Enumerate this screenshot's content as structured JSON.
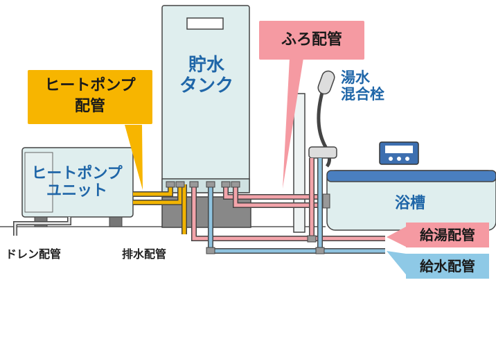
{
  "labels": {
    "tank": "貯水タンク",
    "tank_line1": "貯水",
    "tank_line2": "タンク",
    "heatpump_pipe_line1": "ヒートポンプ",
    "heatpump_pipe_line2": "配管",
    "bath_pipe": "ふろ配管",
    "mixer_line1": "湯水",
    "mixer_line2": "混合栓",
    "unit_line1": "ヒートポンプ",
    "unit_line2": "ユニット",
    "bathtub": "浴槽",
    "drain": "ドレン配管",
    "waste": "排水配管",
    "hot_supply": "給湯配管",
    "water_supply": "給水配管"
  },
  "colors": {
    "yellow_pipe": "#f2b400",
    "pink_pipe": "#f3a4aa",
    "blue_pipe": "#8fc3df",
    "callout_yellow": "#f7b500",
    "callout_pink": "#f59aa2",
    "tag_blue": "#8ec9e6",
    "label_blue": "#1f66a8",
    "equipment": "#dfeeee"
  }
}
